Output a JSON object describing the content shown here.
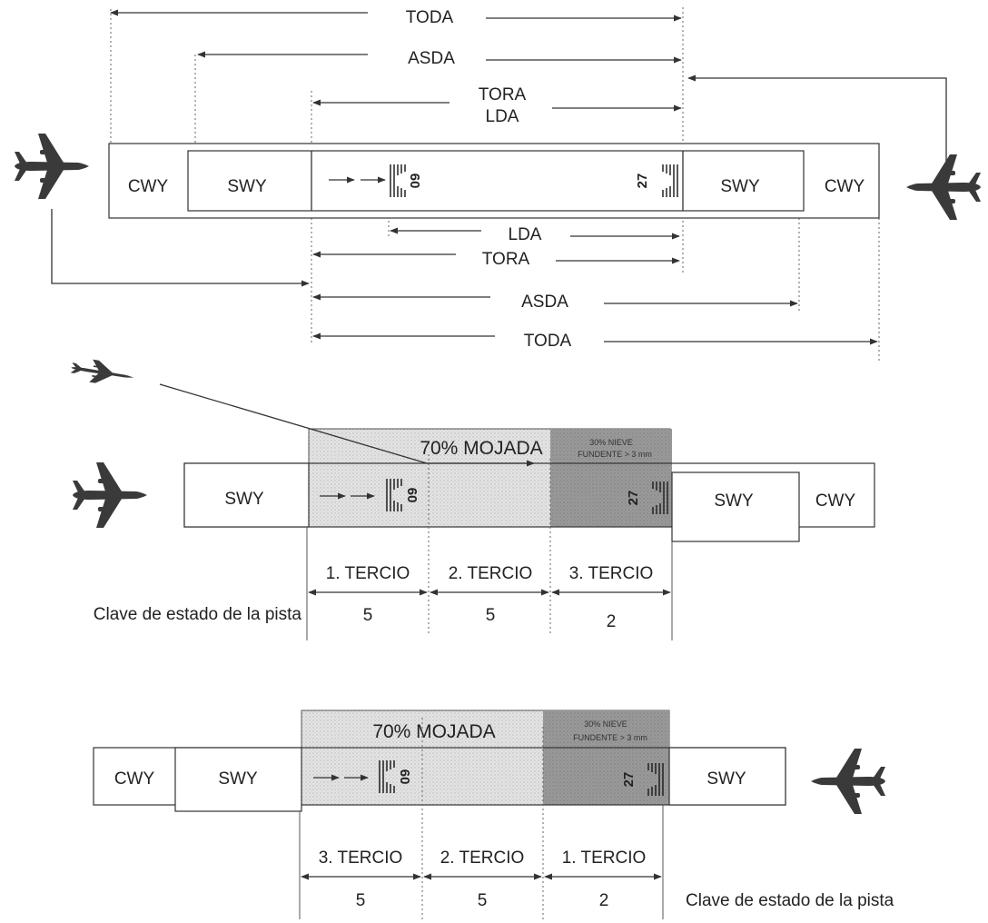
{
  "diagram1": {
    "top_labels": [
      "TODA",
      "ASDA",
      "TORA",
      "LDA"
    ],
    "runway": {
      "left_cwy": "CWY",
      "left_swy": "SWY",
      "right_swy": "SWY",
      "right_cwy": "CWY",
      "thr_left": "09",
      "thr_right": "27"
    },
    "bottom_labels": [
      "LDA",
      "TORA",
      "ASDA",
      "TODA"
    ]
  },
  "diagram2": {
    "wet_label": "70% MOJADA",
    "snow_label_1": "30% NIEVE",
    "snow_label_2": "FUNDENTE > 3 mm",
    "swy_left": "SWY",
    "swy_right": "SWY",
    "cwy_right": "CWY",
    "thr_left": "09",
    "thr_right": "27",
    "thirds": [
      "1. TERCIO",
      "2. TERCIO",
      "3. TERCIO"
    ],
    "codes": [
      "5",
      "5",
      "2"
    ],
    "code_label": "Clave de estado de la pista"
  },
  "diagram3": {
    "wet_label": "70% MOJADA",
    "snow_label_1": "30% NIEVE",
    "snow_label_2": "FUNDENTE > 3 mm",
    "cwy_left": "CWY",
    "swy_left": "SWY",
    "swy_right": "SWY",
    "thr_left": "09",
    "thr_right": "27",
    "thirds": [
      "3. TERCIO",
      "2. TERCIO",
      "1. TERCIO"
    ],
    "codes": [
      "5",
      "5",
      "2"
    ],
    "code_label": "Clave de estado de la pista"
  },
  "icons": [
    "airplane-icon",
    "approach-airplane-icon",
    "arrow-right-icon"
  ]
}
